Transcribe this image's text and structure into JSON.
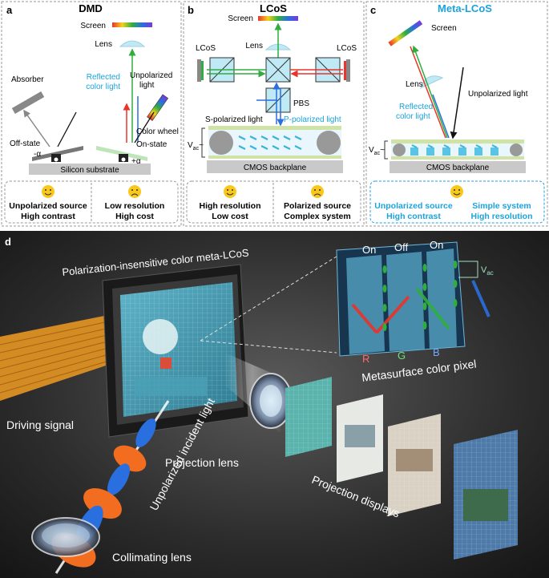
{
  "panel_a": {
    "letter": "a",
    "title": "DMD",
    "screen": "Screen",
    "lens": "Lens",
    "absorber": "Absorber",
    "reflected_1": "Reflected",
    "reflected_2": "color light",
    "unpolarized_1": "Unpolarized",
    "unpolarized_2": "light",
    "color_wheel": "Color wheel",
    "off_state": "Off-state",
    "on_state": "On-state",
    "neg_alpha": "-α",
    "pos_alpha": "+α",
    "substrate": "Silicon substrate",
    "pros_1": "Unpolarized source",
    "pros_2": "High contrast",
    "cons_1": "Low resolution",
    "cons_2": "High cost"
  },
  "panel_b": {
    "letter": "b",
    "title": "LCoS",
    "screen": "Screen",
    "lens": "Lens",
    "lcos_left": "LCoS",
    "lcos_right": "LCoS",
    "pbs": "PBS",
    "s_pol": "S-polarized light",
    "p_pol": "P-polarized light",
    "vac": "V",
    "vac_sub": "ac",
    "tilde": "~",
    "backplane": "CMOS backplane",
    "pros_1": "High resolution",
    "pros_2": "Low cost",
    "cons_1": "Polarized source",
    "cons_2": "Complex system"
  },
  "panel_c": {
    "letter": "c",
    "title": "Meta-LCoS",
    "screen": "Screen",
    "lens": "Lens",
    "unpolarized": "Unpolarized light",
    "reflected_1": "Reflected",
    "reflected_2": "color light",
    "vac": "V",
    "vac_sub": "ac",
    "tilde": "~",
    "backplane": "CMOS backplane",
    "pros_1": "Unpolarized source",
    "pros_2": "High contrast",
    "pros_3": "Simple system",
    "pros_4": "High resolution"
  },
  "panel_d": {
    "letter": "d",
    "device": "Polarization-insensitive color meta-LCoS",
    "on_1": "On",
    "off": "Off",
    "on_2": "On",
    "vac": "V",
    "vac_sub": "ac",
    "r": "R",
    "g": "G",
    "b": "B",
    "pixel": "Metasurface color pixel",
    "driving": "Driving signal",
    "incident": "Unpolarized incident light",
    "proj_lens": "Projection lens",
    "displays": "Projection displays",
    "collimating": "Collimating lens"
  },
  "colors": {
    "cyan_accent": "#1ba3dc",
    "red": "#e8342c",
    "green": "#2fae3f",
    "blue": "#2a6fe0",
    "orange": "#f26d1f",
    "lcd_blue": "#8fd3ef",
    "cmos_gray": "#c9c9c9",
    "green_layer": "#cfe3a6",
    "smile": "#f8c81c"
  }
}
